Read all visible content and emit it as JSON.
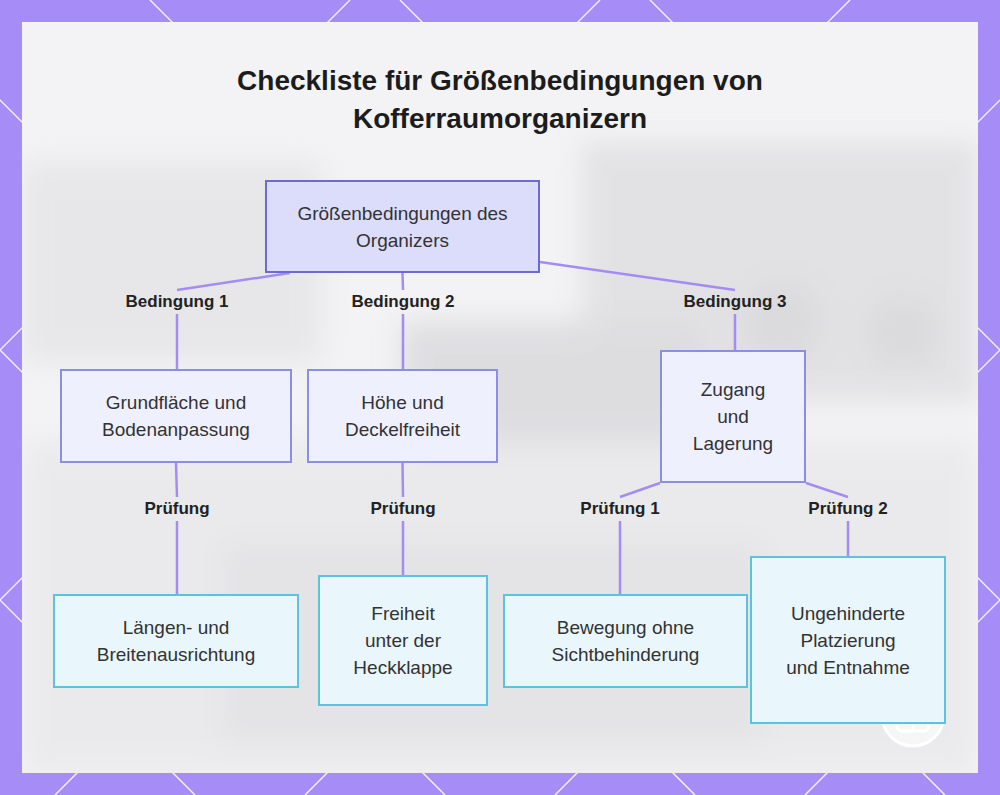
{
  "diagram": {
    "title": "Checkliste für Größenbedingungen von Kofferraumorganizern",
    "nodes": [
      {
        "text": [
          "Größenbedingungen des Organizers"
        ]
      },
      {
        "text": [
          "Grundfläche und Bodenanpassung"
        ]
      },
      {
        "text": [
          "Höhe und Deckelfreiheit"
        ]
      },
      {
        "text": [
          "Zugang und Lagerung"
        ]
      },
      {
        "text": [
          "Längen- und Breitenausrichtung"
        ]
      },
      {
        "text": [
          "Freiheit unter der Heckklappe"
        ]
      },
      {
        "text": [
          "Bewegung ohne Sichtbehinderung"
        ]
      },
      {
        "text": [
          "Ungehinderte Platzierung und Entnahme"
        ]
      }
    ],
    "edges": [
      {
        "from": 0,
        "to": 1,
        "arrow": "none",
        "label": "Bedingung 1"
      },
      {
        "from": 0,
        "to": 2,
        "arrow": "none",
        "label": "Bedingung 2"
      },
      {
        "from": 0,
        "to": 3,
        "arrow": "none",
        "label": "Bedingung 3"
      },
      {
        "from": 1,
        "to": 4,
        "arrow": "none",
        "label": "Prüfung"
      },
      {
        "from": 2,
        "to": 5,
        "arrow": "none",
        "label": "Prüfung"
      },
      {
        "from": 3,
        "to": 6,
        "arrow": "none",
        "label": "Prüfung 1"
      },
      {
        "from": 3,
        "to": 7,
        "arrow": "none",
        "label": "Prüfung 2"
      }
    ]
  }
}
